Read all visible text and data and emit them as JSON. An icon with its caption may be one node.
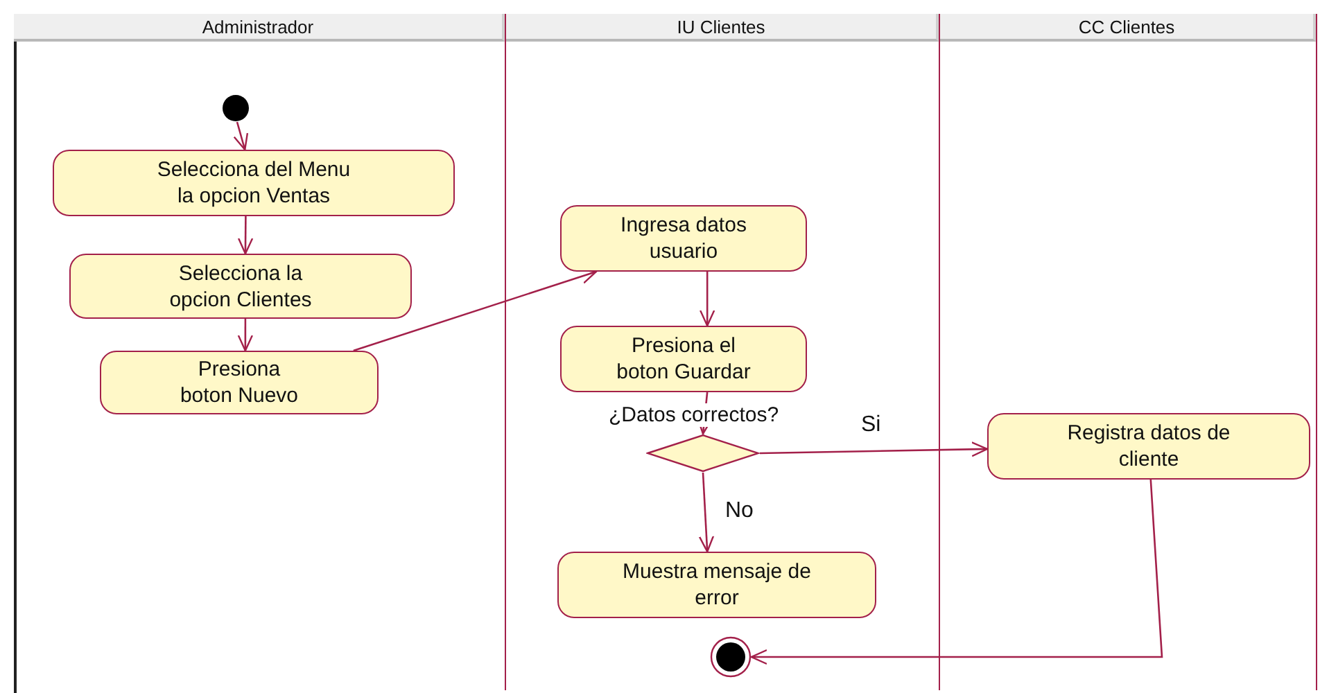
{
  "diagram": {
    "nodes": [
      {
        "text": [
          "Administrador"
        ]
      },
      {
        "text": [
          "IU Clientes"
        ]
      },
      {
        "text": [
          "CC Clientes"
        ]
      },
      {
        "text": [],
        "shape": "circle",
        "in": 0
      },
      {
        "text": [
          "Selecciona del Menu la opcion Ventas"
        ],
        "in": 0
      },
      {
        "text": [
          "Selecciona la opcion Clientes"
        ],
        "in": 0
      },
      {
        "text": [
          "Presiona boton Nuevo"
        ],
        "in": 0
      },
      {
        "text": [
          "Ingresa datos usuario"
        ],
        "in": 1
      },
      {
        "text": [
          "Presiona el boton Guardar"
        ],
        "in": 1
      },
      {
        "text": [],
        "shape": "diamond",
        "in": 1,
        "beside": [
          "¿Datos correctos?"
        ]
      },
      {
        "text": [
          "Muestra mensaje de error"
        ],
        "in": 1
      },
      {
        "text": [],
        "shape": "bullseye",
        "in": 1
      },
      {
        "text": [
          "Registra datos de cliente"
        ],
        "in": 2
      }
    ],
    "edges": [
      {
        "from": 3,
        "to": 4,
        "arrow": "to"
      },
      {
        "from": 4,
        "to": 5,
        "arrow": "to"
      },
      {
        "from": 5,
        "to": 6,
        "arrow": "to"
      },
      {
        "from": 6,
        "to": 7,
        "arrow": "to"
      },
      {
        "from": 7,
        "to": 8,
        "arrow": "to"
      },
      {
        "from": 8,
        "to": 9,
        "arrow": "to"
      },
      {
        "from": 9,
        "to": 12,
        "arrow": "to",
        "label": "Si"
      },
      {
        "from": 9,
        "to": 10,
        "arrow": "to",
        "label": "No"
      },
      {
        "from": 12,
        "to": 11,
        "arrow": "to"
      }
    ]
  }
}
